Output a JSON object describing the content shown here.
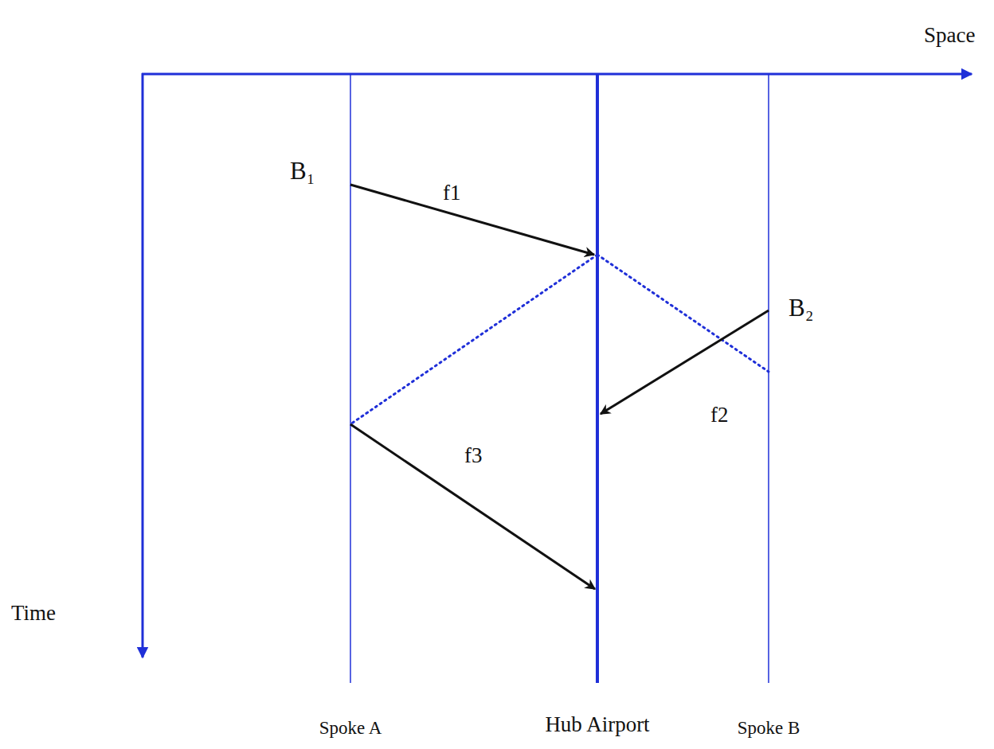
{
  "diagram": {
    "labels": [
      "Space",
      "Time",
      "B₁",
      "f1",
      "B₂",
      "f2",
      "f3",
      "Spoke A",
      "Hub Airport",
      "Spoke B"
    ]
  }
}
